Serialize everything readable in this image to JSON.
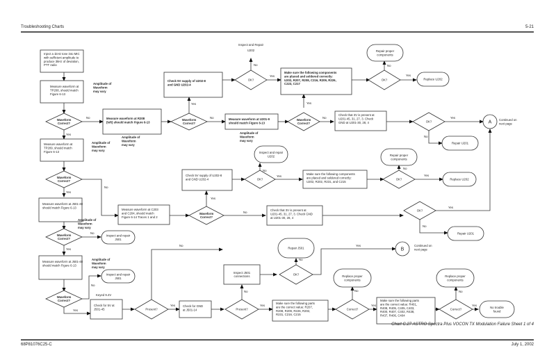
{
  "header": {
    "left": "Troubleshooting Charts",
    "right": "5-21"
  },
  "footer": {
    "left": "68P81076C25-C",
    "right": "July 1, 2002"
  },
  "caption": "Chart C.27 ASTRO Spectra Plus VOCON TX Modulation Failure Sheet 1 of 4",
  "nodes": {
    "inject": [
      "Inject a 1kHz tone into MIC",
      "with sufficient amplitude to",
      "produce 3kHz of deviation,",
      "PTT radio"
    ],
    "tp208": [
      "Measure waveform at",
      "TP208, should match",
      "Figure 6-13"
    ],
    "amp1": [
      "Amplitude of",
      "Waveform",
      "may vary"
    ],
    "wc1": [
      "Waveform",
      "Correct?"
    ],
    "r208": [
      "Measure waveform at R208",
      "(left) should match Figure 6-13"
    ],
    "amp2": [
      "Amplitude of",
      "Waveform",
      "may vary"
    ],
    "wc2": [
      "Waveform",
      "Correct?"
    ],
    "chk5v_1": [
      "Check 5V supply of U202-8",
      "and GND U202-4"
    ],
    "insp_u202_a": [
      "Inspect and Repair",
      "U202"
    ],
    "ok1": [
      "OK?"
    ],
    "make_sure_1": [
      "Make sure the following components",
      "are placed and soldered correctly:",
      "U202, R207, R208, C216, R209, R226,",
      "C223, C217"
    ],
    "ok2": [
      "OK?"
    ],
    "repair_proper_1": [
      "Repair proper",
      "components"
    ],
    "replace_u202_1": [
      "Replace U202"
    ],
    "u201_9": [
      "Measure waveform at U201-9",
      "should match Figure 6-13"
    ],
    "amp3": [
      "Amplitude of",
      "Waveform",
      "may vary"
    ],
    "wc3": [
      "Waveform",
      "Correct?"
    ],
    "chk3v_1": [
      "Check that 3V is present at",
      "U201-45, 31, 27, 3. Check",
      "GND at U201-30, 28, 4"
    ],
    "ok3": [
      "OK?"
    ],
    "repair_u201_1": [
      "Repair U201"
    ],
    "conn_a": [
      "A"
    ],
    "cont_a": [
      "Continued on",
      "next page"
    ],
    "tp209": [
      "Measure waveform at",
      "TP209, should match",
      "Figure 6-13"
    ],
    "amp4": [
      "Amplitude of",
      "Waveform",
      "may vary"
    ],
    "wc4": [
      "Waveform",
      "Correct?"
    ],
    "chk5v_2": [
      "Check 5V supply of U202-8",
      "and GND U202-4"
    ],
    "insp_u202_b": [
      "Inspect and repair",
      "U202"
    ],
    "ok4": [
      "OK?"
    ],
    "make_sure_2": [
      "Make sure the following components",
      "are placed and soldered correctly:",
      "U202, R202, R231, and C215"
    ],
    "ok5": [
      "OK?"
    ],
    "repair_proper_2": [
      "Repair proper",
      "components"
    ],
    "replace_u202_2": [
      "Replace U202"
    ],
    "c203": [
      "Measure waveform at C203",
      "and C204, should match",
      "Figure 6-14 Traces 1 and 2"
    ],
    "wc5": [
      "Waveform",
      "Correct?"
    ],
    "chk3v_2": [
      "Check that 3V is present at",
      "U201-45, 31, 27, 3. Check GND",
      "at U201-30, 28, 4"
    ],
    "ok6": [
      "OK?"
    ],
    "repair_u201_2": [
      "Repair U201"
    ],
    "j501_48a": [
      "Measure waveform at J501-48",
      "should match Figure 6-13"
    ],
    "amp5": [
      "Amplitude of",
      "Waveform",
      "may vary"
    ],
    "wc6": [
      "Waveform",
      "Correct?"
    ],
    "insp_j501_a": [
      "Inspect and repair",
      "J501"
    ],
    "j501_48b": [
      "Measure waveform at J501-48",
      "should match Figure 6-13"
    ],
    "amp6": [
      "Amplitude of",
      "Waveform",
      "may vary"
    ],
    "insp_j501_b": [
      "Inspect and repair",
      "J501"
    ],
    "wc7": [
      "Waveform",
      "Correct?"
    ],
    "keyed": [
      "Keyed 9.4V"
    ],
    "chk5v_j501": [
      "Check for 5V at",
      "J501-45"
    ],
    "present1": [
      "Present?"
    ],
    "chk_gnd": [
      "Check for GND",
      "at J501-14"
    ],
    "present2": [
      "Present?"
    ],
    "insp_conn": [
      "Inspect J501",
      "connections"
    ],
    "ok7": [
      "OK?"
    ],
    "repair_j501": [
      "Repair J501"
    ],
    "conn_b": [
      "B"
    ],
    "cont_b": [
      "Continued on",
      "next page"
    ],
    "parts1": [
      "Make sure the following parts",
      "are the correct value: R207,",
      "R208, R209, R226, R202,",
      "R231, C216, C215"
    ],
    "correct1": [
      "Correct?"
    ],
    "replace_proper_1": [
      "Replace proper",
      "components"
    ],
    "parts2": [
      "Make sure the following parts",
      "are the correct value: R401,",
      "R408, R405, C405, C403,",
      "R400, R407, C402, R438,",
      "R437, R406, C404"
    ],
    "correct2": [
      "Correct?"
    ],
    "replace_proper_2": [
      "Replace proper",
      "components"
    ],
    "no_trouble": [
      "No trouble",
      "found"
    ]
  },
  "edge_labels": {
    "yes": "Yes",
    "no": "No"
  }
}
